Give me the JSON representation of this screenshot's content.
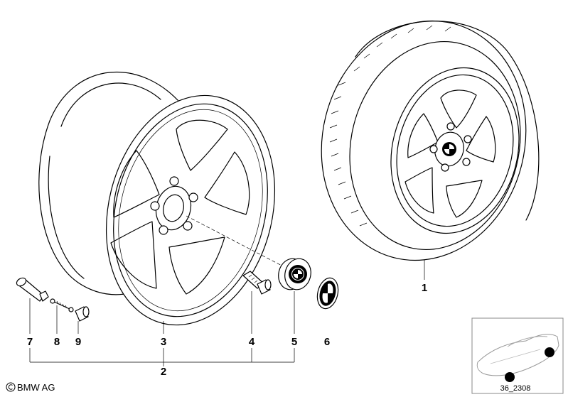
{
  "callouts": {
    "c1": "1",
    "c2": "2",
    "c3": "3",
    "c4": "4",
    "c5": "5",
    "c6": "6",
    "c7": "7",
    "c8": "8",
    "c9": "9"
  },
  "copyright": "BMW AG",
  "diagram_id": "36_2308",
  "icons": [
    "copyright-symbol",
    "bmw-roundel",
    "car-thumbnail"
  ]
}
